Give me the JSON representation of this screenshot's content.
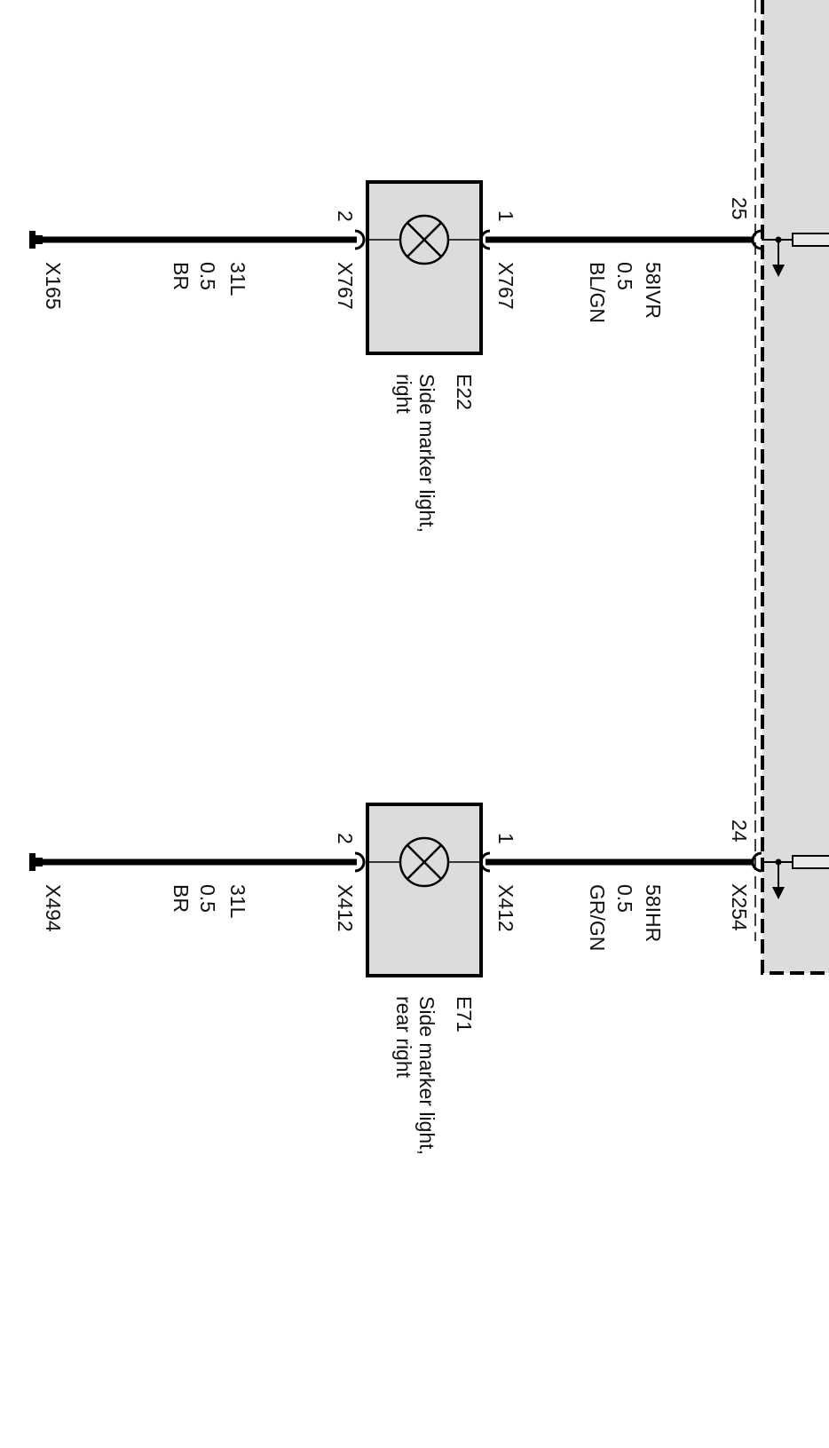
{
  "module": {
    "fill_color": "#dcdcdc",
    "pins": [
      {
        "pin": "25",
        "connector": ""
      },
      {
        "pin": "24",
        "connector": "X254"
      }
    ]
  },
  "circuits": [
    {
      "supply_wire": {
        "signal": "58IVR",
        "size": "0.5",
        "color": "BL/GN"
      },
      "component": {
        "id": "E22",
        "description_line1": "Side marker light,",
        "description_line2": "right",
        "pin_in": "1",
        "pin_out": "2",
        "connector": "X767"
      },
      "ground_wire": {
        "signal": "31L",
        "size": "0.5",
        "color": "BR"
      },
      "ground_point": "X165"
    },
    {
      "supply_wire": {
        "signal": "58IHR",
        "size": "0.5",
        "color": "GR/GN"
      },
      "component": {
        "id": "E71",
        "description_line1": "Side marker light,",
        "description_line2": "rear right",
        "pin_in": "1",
        "pin_out": "2",
        "connector": "X412"
      },
      "ground_wire": {
        "signal": "31L",
        "size": "0.5",
        "color": "BR"
      },
      "ground_point": "X494"
    }
  ]
}
